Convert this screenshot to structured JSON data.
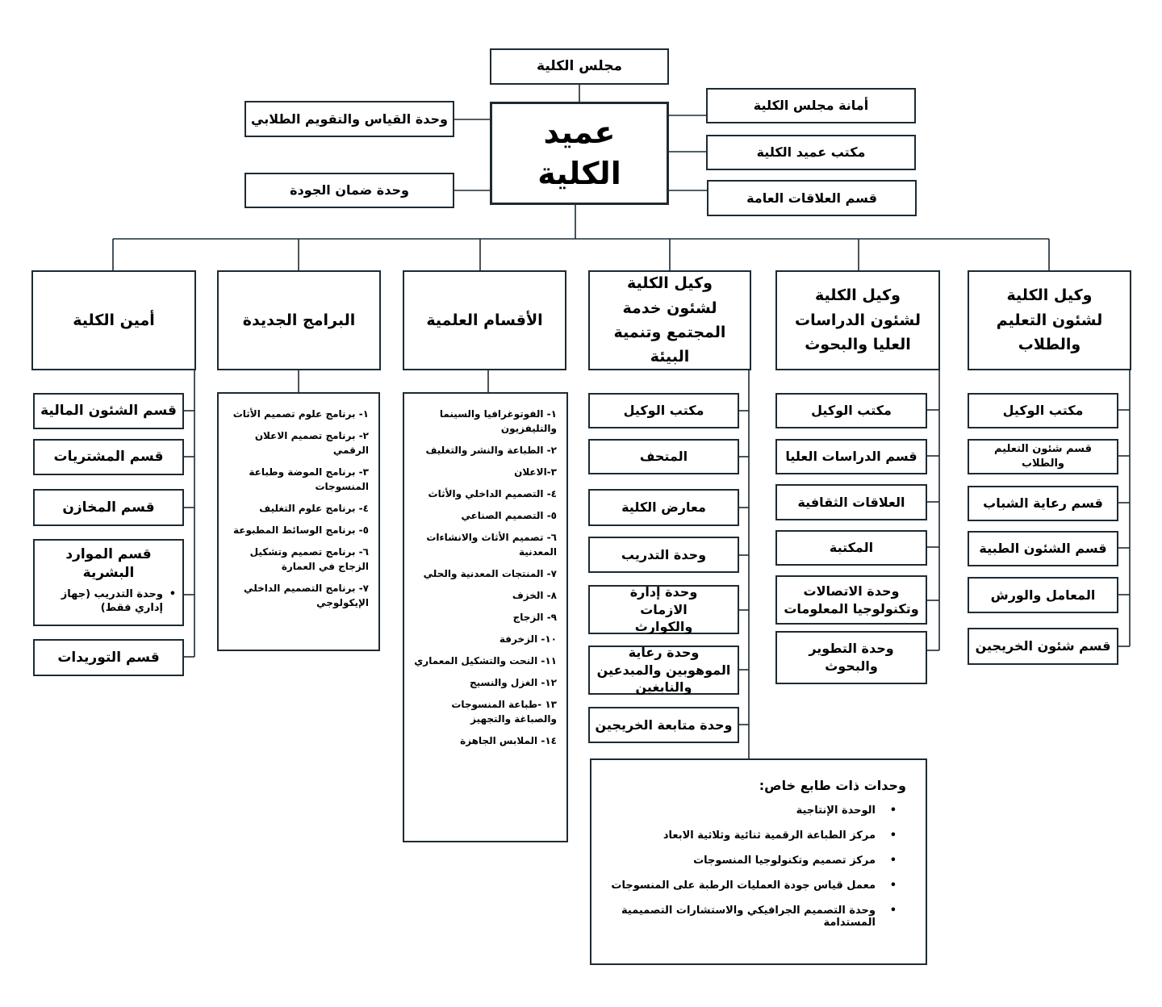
{
  "council": "مجلس الكلية",
  "dean": "عميد الكلية",
  "left_units": [
    "وحدة القياس والتقويم الطلابي",
    "وحدة ضمان الجودة"
  ],
  "right_units": [
    "أمانة مجلس الكلية",
    "مكتب عميد الكلية",
    "قسم العلاقات العامة"
  ],
  "columns": {
    "education": {
      "title": "وكيل الكلية لشئون التعليم والطلاب",
      "items": [
        "مكتب الوكيل",
        "قسم شئون التعليم والطلاب",
        "قسم رعاية الشباب",
        "قسم الشئون الطبية",
        "المعامل والورش",
        "قسم شئون الخريجين"
      ]
    },
    "graduate": {
      "title": "وكيل الكلية لشئون الدراسات العليا والبحوث",
      "items": [
        "مكتب الوكيل",
        "قسم الدراسات العليا",
        "العلاقات الثقافية",
        "المكتبة",
        "وحدة الاتصالات وتكنولوجيا المعلومات",
        "وحدة التطوير والبحوث"
      ]
    },
    "community": {
      "title": "وكيل الكلية لشئون خدمة المجتمع وتنمية البيئة",
      "items": [
        "مكتب الوكيل",
        "المتحف",
        "معارض الكلية",
        "وحدة التدريب",
        "وحدة إدارة الازمات والكوارث",
        "وحدة رعاية الموهوبين والمبدعين والنابغين",
        "وحدة متابعة الخريجين"
      ]
    },
    "departments": {
      "title": "الأقسام العلمية",
      "items": [
        "١- الفوتوغرافيا والسينما والتليفزيون",
        "٢- الطباعة والنشر والتغليف",
        "٣-الاعلان",
        "٤- التصميم الداخلي والأثاث",
        "٥- التصميم الصناعي",
        "٦- تصميم الأثاث والانشاءات المعدنية",
        "٧- المنتجات المعدنية والحلي",
        "٨- الخزف",
        "٩- الزجاج",
        "١٠- الزخرفة",
        "١١- النحت والتشكيل المعماري",
        "١٢- الغزل والنسيج",
        "١٣ -طباعة المنسوجات والصباغة والتجهيز",
        "١٤- الملابس الجاهزة"
      ]
    },
    "programs": {
      "title": "البرامج الجديدة",
      "items": [
        "١- برنامج علوم تصميم الأثاث",
        "٢- برنامج تصميم الاعلان الرقمي",
        "٣- برنامج الموضة وطباعة المنسوجات",
        "٤- برنامج علوم التغليف",
        "٥- برنامج الوسائط المطبوعة",
        "٦- برنامج تصميم وتشكيل الزجاج في العمارة",
        "٧- برنامج التصميم الداخلي الإيكولوجي"
      ]
    },
    "secretary": {
      "title": "أمين الكلية",
      "items": [
        "قسم الشئون المالية",
        "قسم المشتريات",
        "قسم المخازن",
        "قسم الموارد البشرية",
        "قسم التوريدات"
      ],
      "hr_sub": "وحدة التدريب (جهاز إداري فقط)"
    }
  },
  "special_units": {
    "title": "وحدات ذات طابع خاص:",
    "items": [
      "الوحدة الإنتاجية",
      "مركز الطباعة الرقمية ثنائية وثلاثية الابعاد",
      "مركز تصميم وتكنولوجيا المنسوجات",
      "معمل قياس جودة العمليات الرطبة على المنسوجات",
      "وحدة التصميم الجرافيكي والاستشارات التصميمية المستدامة"
    ]
  }
}
